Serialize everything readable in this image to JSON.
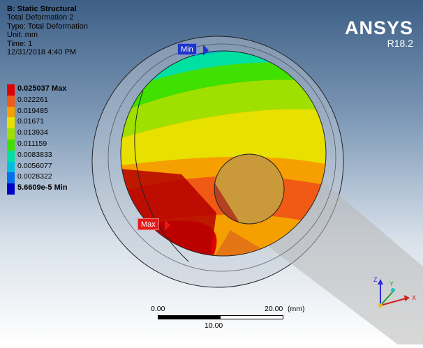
{
  "header": {
    "system": "B: Static Structural",
    "result_name": "Total Deformation 2",
    "type": "Type: Total Deformation",
    "unit": "Unit: mm",
    "time": "Time: 1",
    "timestamp": "12/31/2018 4:40 PM"
  },
  "legend": {
    "items": [
      {
        "label": "0.025037 Max",
        "color": "#e00000"
      },
      {
        "label": "0.022261",
        "color": "#f05a14"
      },
      {
        "label": "0.019485",
        "color": "#f5a000"
      },
      {
        "label": "0.01671",
        "color": "#e8e000"
      },
      {
        "label": "0.013934",
        "color": "#a0e000"
      },
      {
        "label": "0.011159",
        "color": "#40e000"
      },
      {
        "label": "0.0083833",
        "color": "#00e0a0"
      },
      {
        "label": "0.0056077",
        "color": "#00c0e0"
      },
      {
        "label": "0.0028322",
        "color": "#0070f0"
      },
      {
        "label": "5.6609e-5 Min",
        "color": "#0000c8"
      }
    ]
  },
  "logo": {
    "brand": "ANSYS",
    "version": "R18.2"
  },
  "probes": {
    "min_label": "Min",
    "max_label": "Max"
  },
  "scale_bar": {
    "left": "0.00",
    "right": "20.00",
    "unit": "(mm)",
    "mid": "10.00"
  },
  "triad": {
    "z": "Z",
    "y": "Y",
    "x": "X"
  },
  "colors": {
    "bg_top": "#3a5b82",
    "bg_bottom": "#ffffff",
    "min_probe": "#1e35c8",
    "max_probe": "#e41a1a"
  }
}
